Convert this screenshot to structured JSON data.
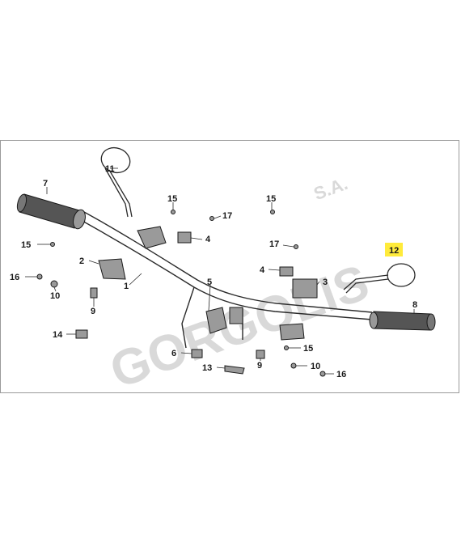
{
  "watermark": {
    "brand": "GORGOLIS",
    "suffix": "S.A."
  },
  "callouts": {
    "c1": "1",
    "c2": "2",
    "c3": "3",
    "c4a": "4",
    "c4b": "4",
    "c5": "5",
    "c6": "6",
    "c7": "7",
    "c8": "8",
    "c9a": "9",
    "c9b": "9",
    "c10a": "10",
    "c10b": "10",
    "c11": "11",
    "c12": "12",
    "c13": "13",
    "c14": "14",
    "c15a": "15",
    "c15b": "15",
    "c15c": "15",
    "c15d": "15",
    "c16a": "16",
    "c16b": "16",
    "c17a": "17",
    "c17b": "17"
  },
  "highlight": {
    "part": "12",
    "color": "#ffeb3b"
  },
  "colors": {
    "line": "#2a2a2a",
    "part_fill": "#9a9a9a",
    "grip_fill": "#555555",
    "frame_border": "#9a9a9a"
  }
}
